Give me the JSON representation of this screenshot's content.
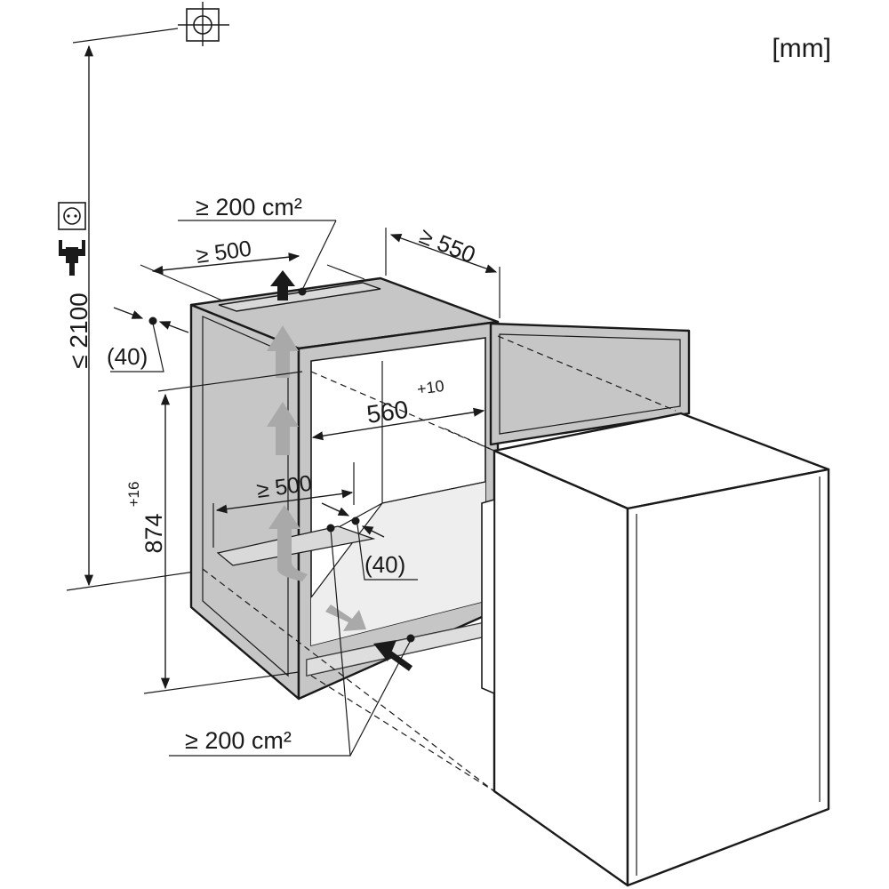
{
  "unit_label": "[mm]",
  "labels": {
    "max_height": "≤ 2100",
    "top_vent_area": "≥ 200 cm²",
    "top_depth": "≥ 500",
    "depth": "≥ 550",
    "rear_gap_top": "(40)",
    "niche_width": "560",
    "niche_width_tol": "+10",
    "niche_height": "874",
    "niche_height_tol": "+16",
    "bottom_depth": "≥ 500",
    "rear_gap_bottom": "(40)",
    "bottom_vent_area": "≥ 200 cm²"
  },
  "icons": [
    "ceiling-mount-icon",
    "wall-socket-icon",
    "power-plug-icon"
  ],
  "colors": {
    "cabinet": "#c6c6c6",
    "niche_interior": "#ffffff",
    "air_arrow": "#a9a9a9",
    "outline": "#1a1a1a"
  }
}
